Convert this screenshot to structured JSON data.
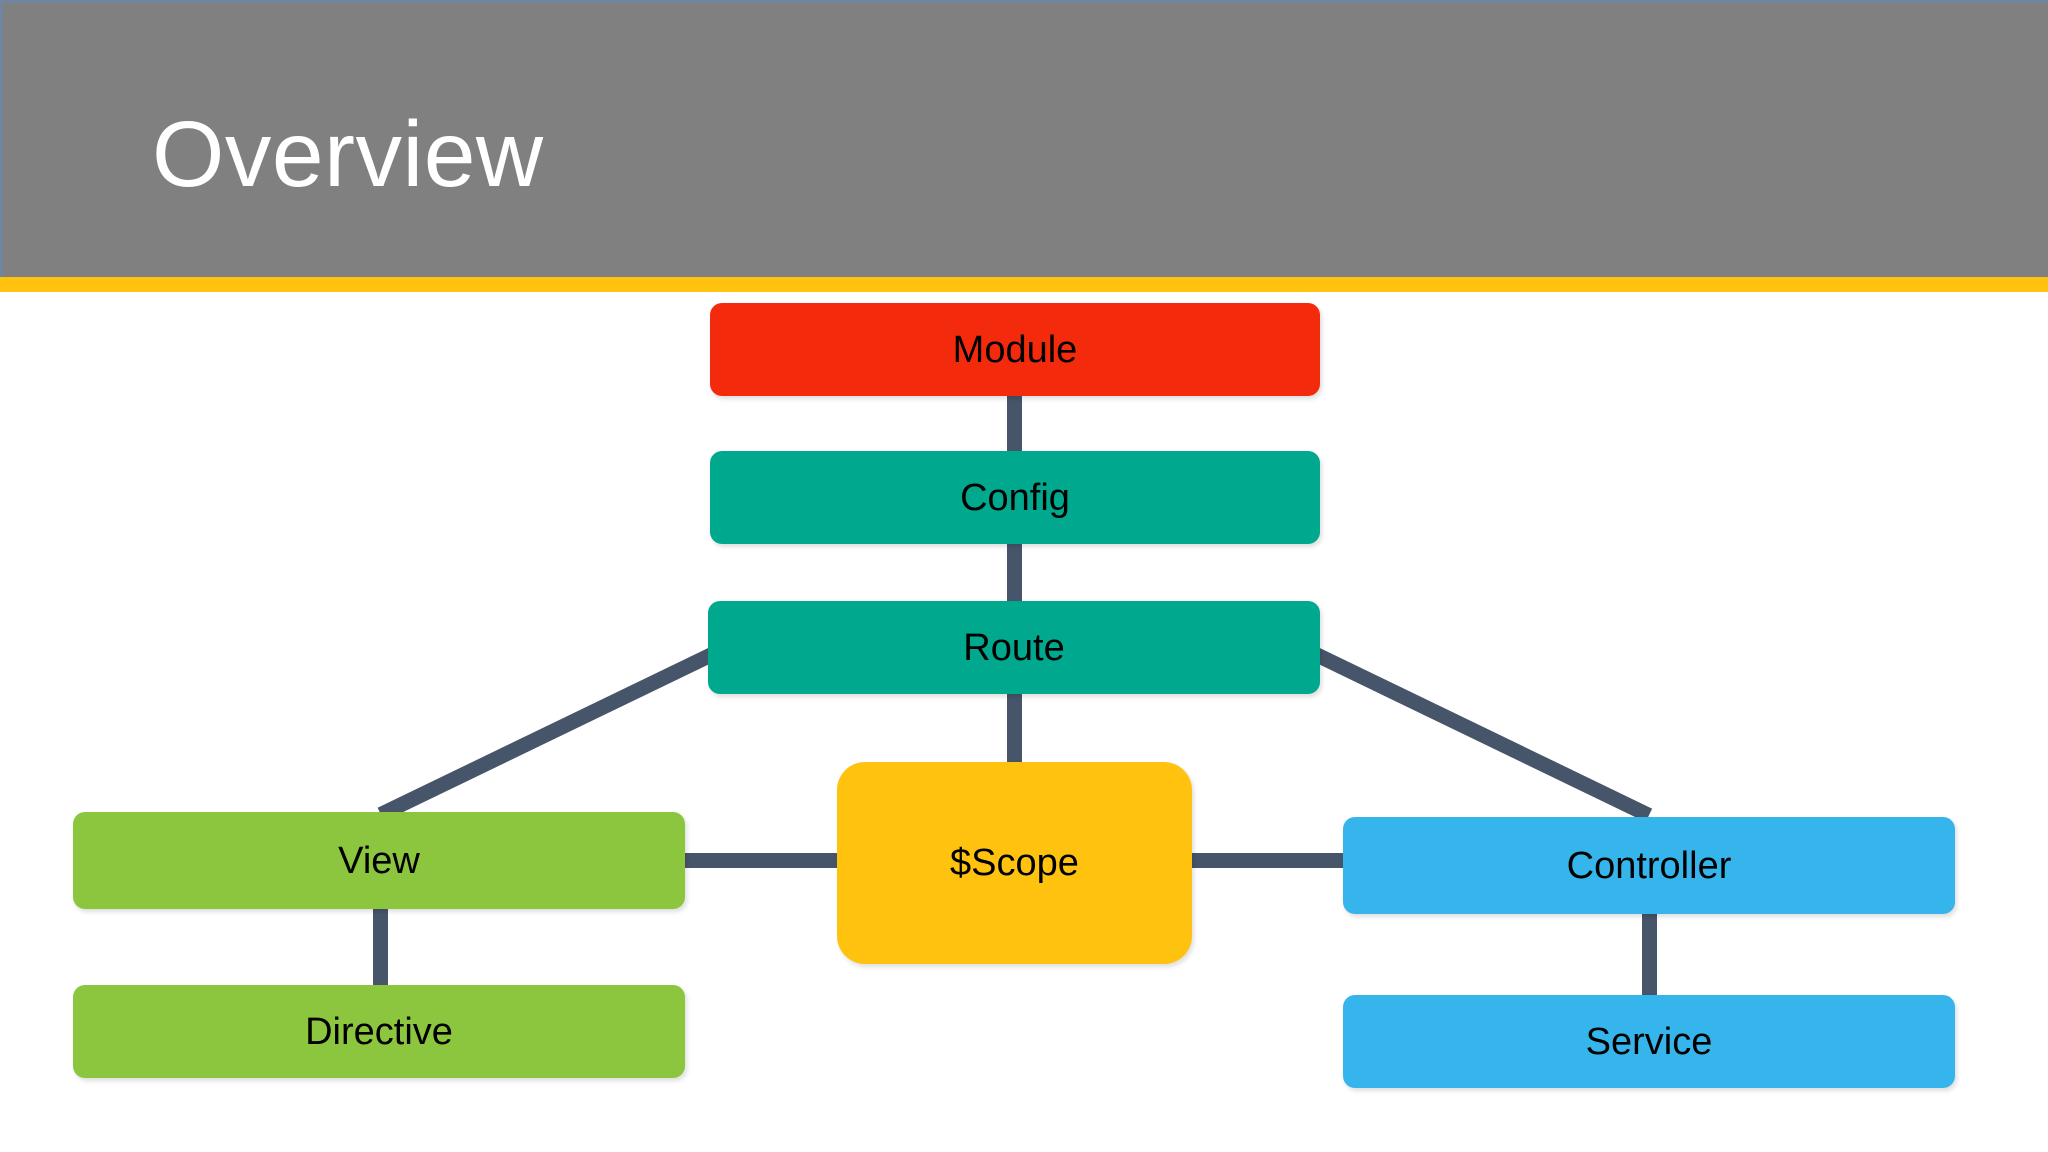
{
  "slide": {
    "title": "Overview",
    "background_color": "#FFFFFF",
    "header_color": "#808080",
    "accent_color": "#FFC20E",
    "title_color": "#FFFFFF"
  },
  "diagram": {
    "connector_color": "#47556A",
    "nodes": [
      {
        "id": "module",
        "label": "Module",
        "color": "#F42A0C",
        "shape": "rounded-rect"
      },
      {
        "id": "config",
        "label": "Config",
        "color": "#00A88E",
        "shape": "rounded-rect"
      },
      {
        "id": "route",
        "label": "Route",
        "color": "#00A88E",
        "shape": "rounded-rect"
      },
      {
        "id": "scope",
        "label": "$Scope",
        "color": "#FFC20E",
        "shape": "rounded-rect-large"
      },
      {
        "id": "view",
        "label": "View",
        "color": "#8CC63E",
        "shape": "rounded-rect"
      },
      {
        "id": "controller",
        "label": "Controller",
        "color": "#35B5EC",
        "shape": "rounded-rect"
      },
      {
        "id": "directive",
        "label": "Directive",
        "color": "#8CC63E",
        "shape": "rounded-rect"
      },
      {
        "id": "service",
        "label": "Service",
        "color": "#35B5EC",
        "shape": "rounded-rect"
      }
    ],
    "edges": [
      {
        "from": "module",
        "to": "config",
        "style": "vertical"
      },
      {
        "from": "config",
        "to": "route",
        "style": "vertical"
      },
      {
        "from": "route",
        "to": "view",
        "style": "diagonal"
      },
      {
        "from": "route",
        "to": "scope",
        "style": "vertical"
      },
      {
        "from": "route",
        "to": "controller",
        "style": "diagonal"
      },
      {
        "from": "view",
        "to": "scope",
        "style": "horizontal"
      },
      {
        "from": "scope",
        "to": "controller",
        "style": "horizontal"
      },
      {
        "from": "view",
        "to": "directive",
        "style": "vertical"
      },
      {
        "from": "controller",
        "to": "service",
        "style": "vertical"
      }
    ]
  }
}
